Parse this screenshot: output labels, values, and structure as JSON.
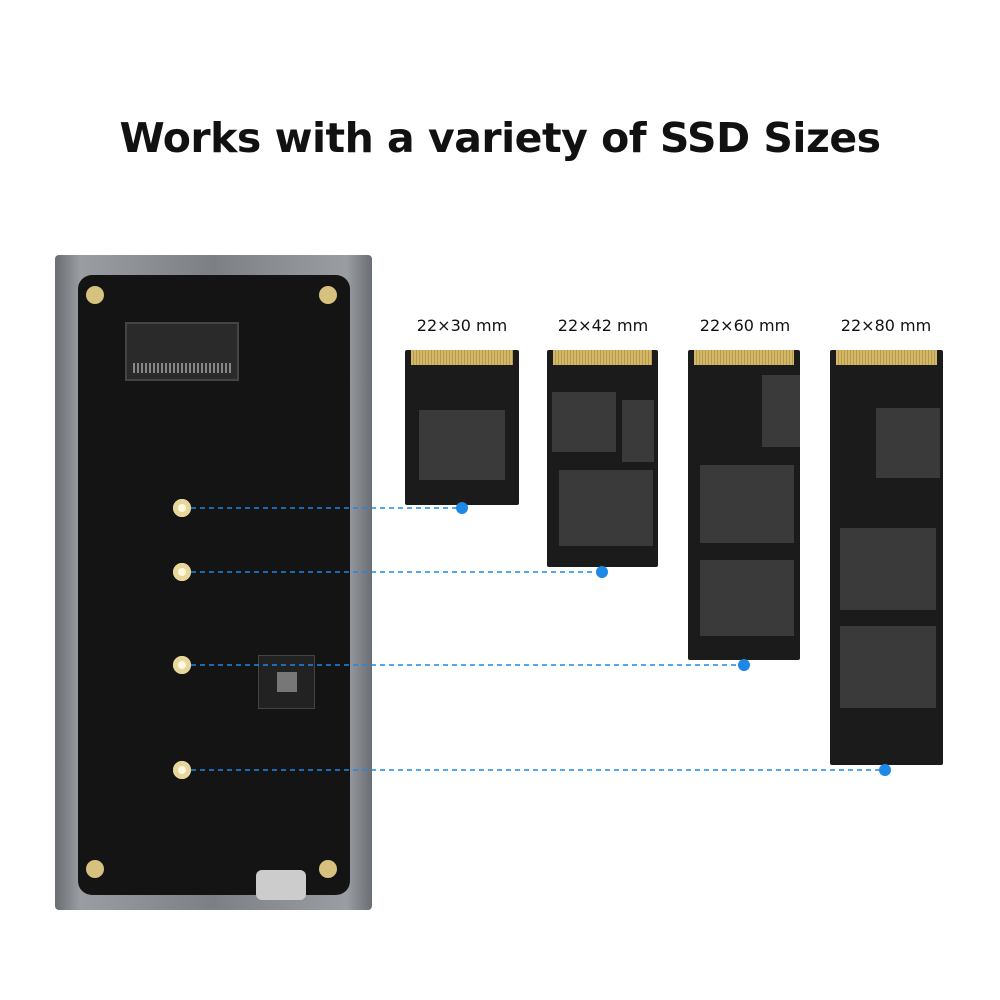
{
  "title": "Works with a variety of SSD Sizes",
  "sizes": [
    {
      "label": "22×30 mm"
    },
    {
      "label": "22×42 mm"
    },
    {
      "label": "22×60 mm"
    },
    {
      "label": "22×80 mm"
    }
  ],
  "colors": {
    "guide_line": "#1e88e5",
    "pcb": "#141414",
    "gold": "#d4b86a"
  }
}
